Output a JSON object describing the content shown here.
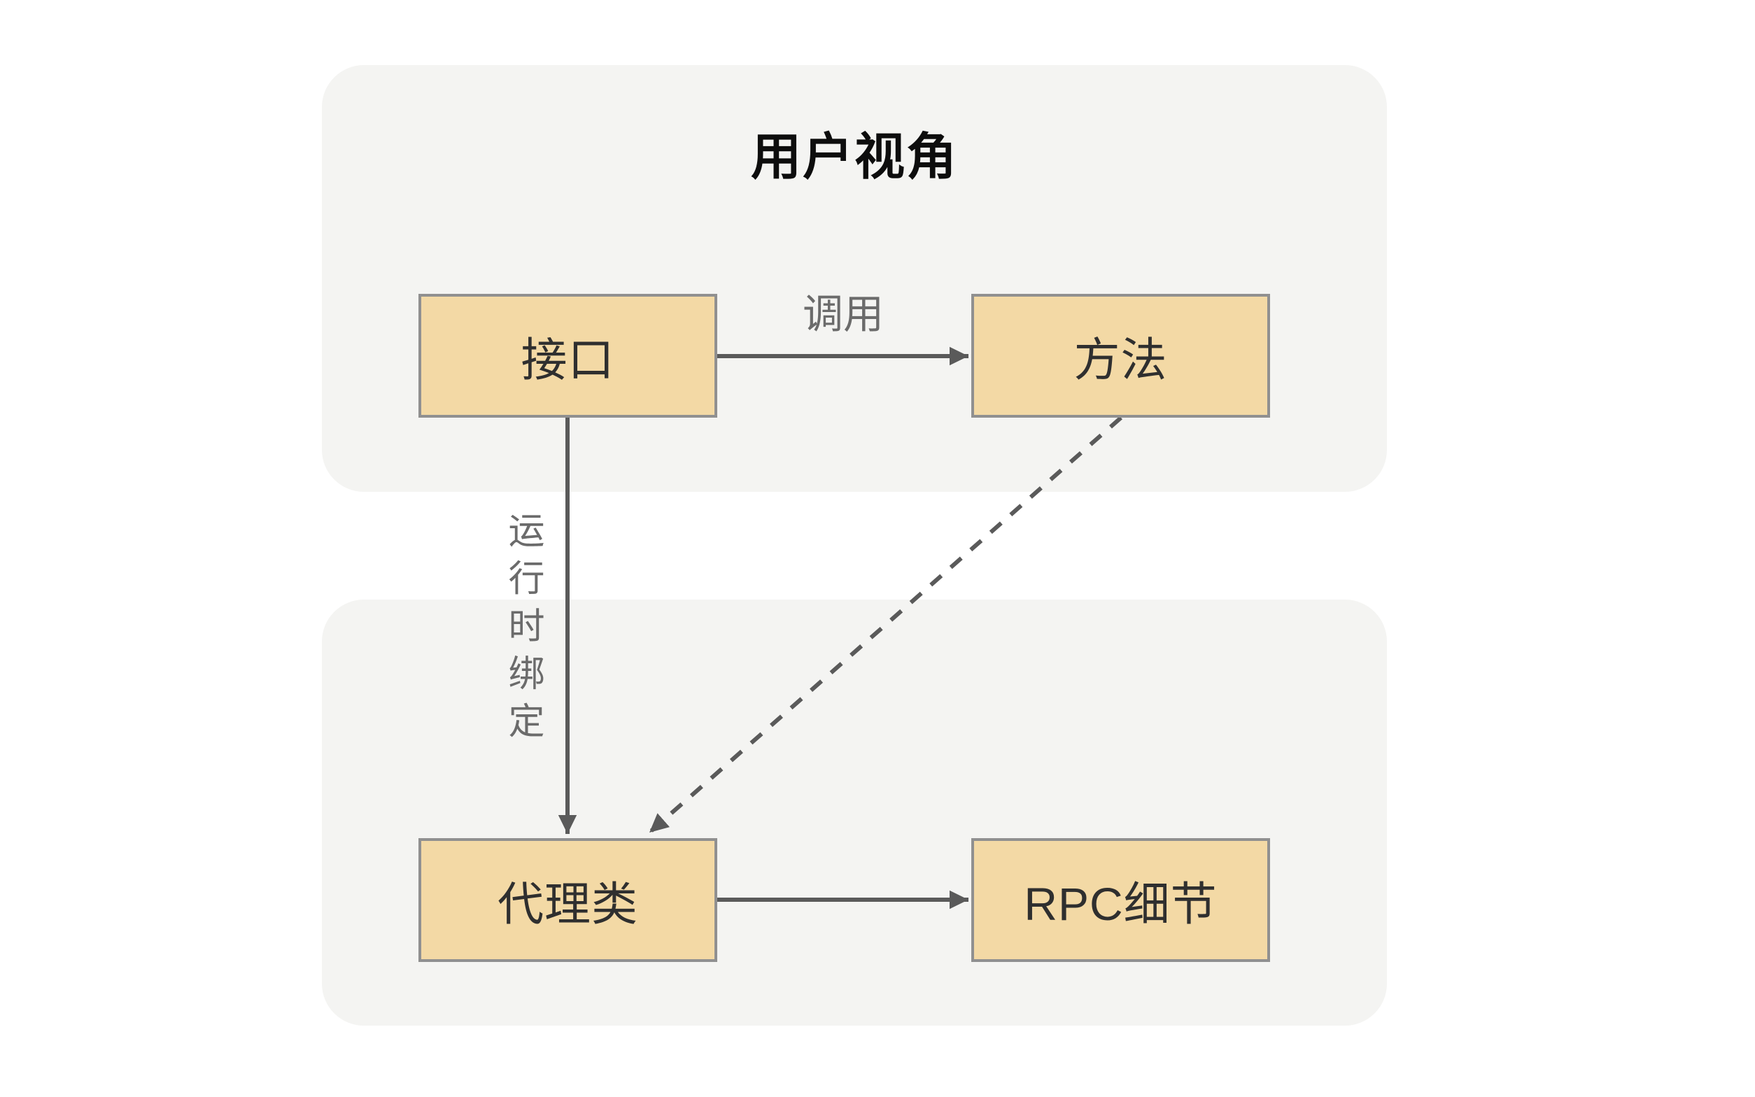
{
  "diagram": {
    "title": "用户视角",
    "panels": [
      {
        "id": "user-view",
        "label": "用户视角"
      },
      {
        "id": "runtime-layer",
        "label": ""
      }
    ],
    "nodes": [
      {
        "id": "interface",
        "label": "接口"
      },
      {
        "id": "method",
        "label": "方法"
      },
      {
        "id": "proxy",
        "label": "代理类"
      },
      {
        "id": "rpc-detail",
        "label": "RPC细节"
      }
    ],
    "edges": [
      {
        "from": "接口",
        "to": "方法",
        "label": "调用",
        "style": "solid"
      },
      {
        "from": "接口",
        "to": "代理类",
        "label": "运行时绑定",
        "style": "solid"
      },
      {
        "from": "方法",
        "to": "代理类",
        "label": "",
        "style": "dashed"
      },
      {
        "from": "代理类",
        "to": "RPC细节",
        "label": "",
        "style": "solid"
      }
    ],
    "colors": {
      "background": "#ffffff",
      "panel_fill": "#f4f4f2",
      "node_fill": "#f3d9a5",
      "node_border": "#909090",
      "edge_stroke": "#5a5a5a",
      "edge_label_text": "#6b6b6b",
      "node_text": "#2f2f2f",
      "title_text": "#0d0d0d"
    }
  }
}
